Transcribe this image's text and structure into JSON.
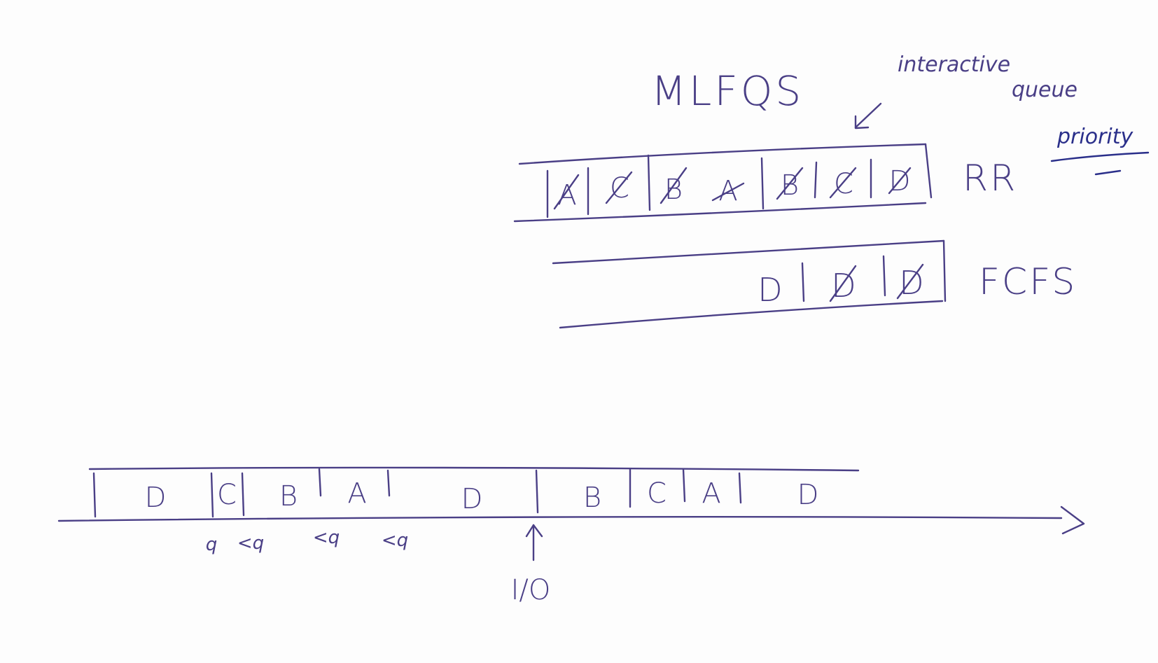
{
  "title": "MLFQS",
  "annotations": {
    "interactive_queue": [
      "interactive",
      "queue"
    ],
    "priority": "priority"
  },
  "queues": [
    {
      "policy": "RR",
      "cells": [
        {
          "label": "A",
          "crossed": true
        },
        {
          "label": "C",
          "crossed": true
        },
        {
          "label": "B",
          "crossed": true
        },
        {
          "label": "A",
          "crossed": true
        },
        {
          "label": "B",
          "crossed": true
        },
        {
          "label": "C",
          "crossed": true
        },
        {
          "label": "D",
          "crossed": true
        }
      ]
    },
    {
      "policy": "FCFS",
      "cells": [
        {
          "label": "D",
          "crossed": false
        },
        {
          "label": "D",
          "crossed": true
        },
        {
          "label": "D",
          "crossed": true
        }
      ]
    }
  ],
  "timeline": {
    "segments": [
      "D",
      "C",
      "B",
      "A",
      "D",
      "B",
      "C",
      "A",
      "D"
    ],
    "quantum_marks": [
      "q",
      "<q",
      "<q",
      "<q"
    ],
    "event_label": "I/O"
  },
  "colors": {
    "ink": "#4a3f86",
    "ink_blue": "#2a2f8a",
    "paper": "#fdfdfd"
  }
}
